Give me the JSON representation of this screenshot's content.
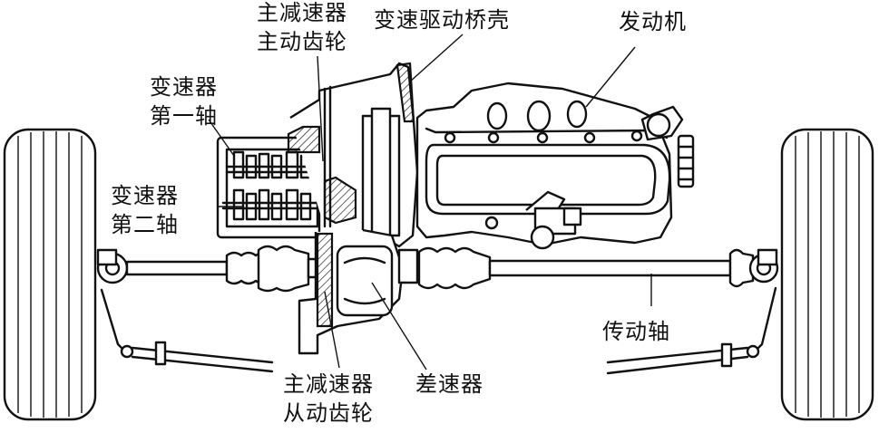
{
  "labels": {
    "main_reducer_drive_gear": [
      "主减速器",
      "主动齿轮"
    ],
    "transaxle_housing": "变速驱动桥壳",
    "engine": "发动机",
    "trans_first_shaft": [
      "变速器",
      "第一轴"
    ],
    "trans_second_shaft": [
      "变速器",
      "第二轴"
    ],
    "drive_shaft": "传动轴",
    "main_reducer_driven_gear": [
      "主减速器",
      "从动齿轮"
    ],
    "differential": "差速器"
  }
}
